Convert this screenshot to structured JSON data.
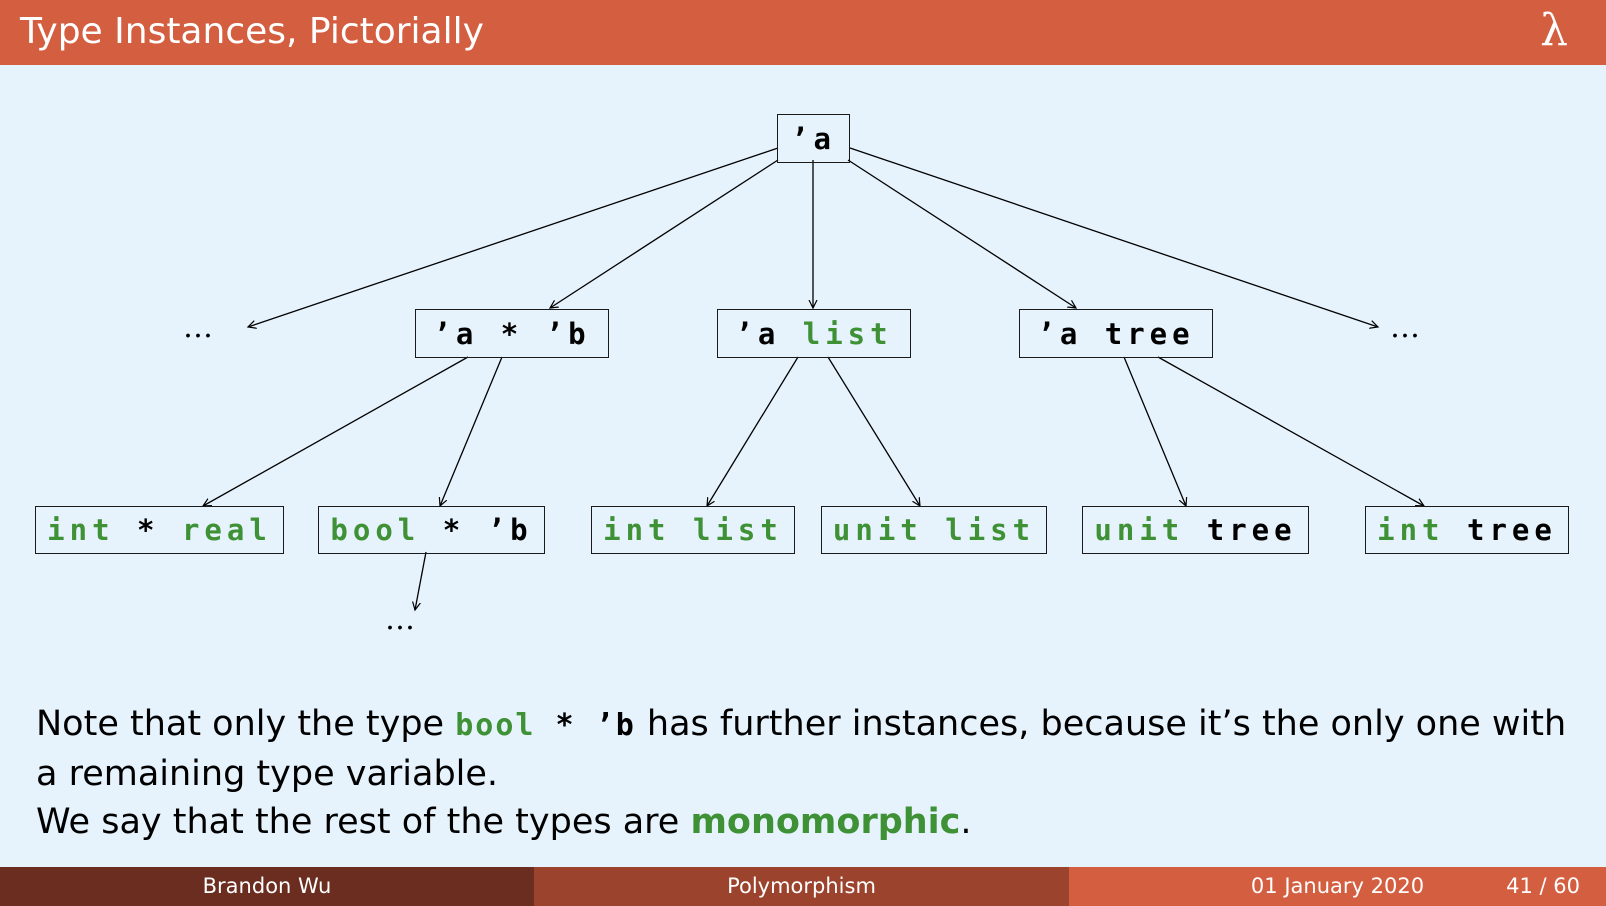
{
  "header": {
    "title": "Type Instances, Pictorially",
    "logo": "λ"
  },
  "diagram": {
    "root": "’a",
    "ellipsis": "…",
    "level1": {
      "pair": {
        "a": "’a",
        "op": "*",
        "b": "’b"
      },
      "list": {
        "a": "’a",
        "con": "list"
      },
      "tree": {
        "a": "’a",
        "con": "tree"
      }
    },
    "level2": {
      "int_real": {
        "a": "int",
        "op": "*",
        "b": "real"
      },
      "bool_b": {
        "a": "bool",
        "op": "*",
        "b": "’b"
      },
      "int_list": {
        "a": "int",
        "con": "list"
      },
      "unit_list": {
        "a": "unit",
        "con": "list"
      },
      "unit_tree": {
        "a": "unit",
        "con": "tree"
      },
      "int_tree": {
        "a": "int",
        "con": "tree"
      }
    }
  },
  "body": {
    "line1_a": "Note that only the type ",
    "code_bool": "bool",
    "code_rest": " * ’b",
    "line1_b": " has further instances, because it’s the only one with a remaining type variable.",
    "line2_a": "We say that the rest of the types are ",
    "keyword": "monomorphic",
    "line2_b": "."
  },
  "footer": {
    "author": "Brandon Wu",
    "topic": "Polymorphism",
    "date": "01 January 2020",
    "page": "41 / 60"
  },
  "colors": {
    "accent": "#d35e40",
    "keyword_green": "#3f9136",
    "background": "#e6f3fd"
  }
}
